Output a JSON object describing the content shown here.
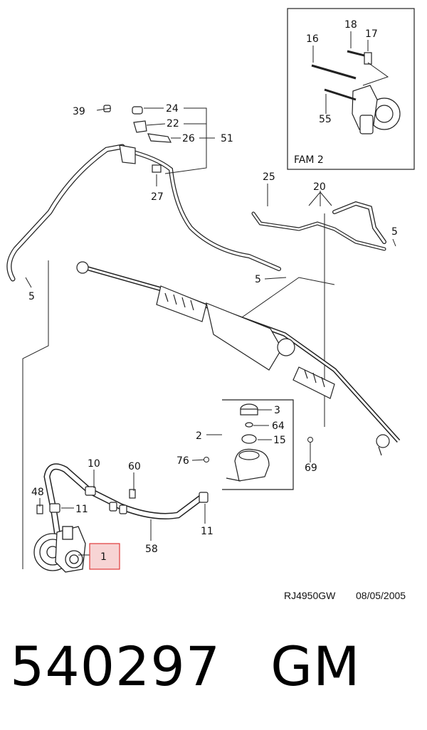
{
  "inset": {
    "caption": "FAM 2"
  },
  "callouts": {
    "c39": "39",
    "c24": "24",
    "c22": "22",
    "c26": "26",
    "c51": "51",
    "c27": "27",
    "c5a": "5",
    "c5b": "5",
    "c5c": "5",
    "c25": "25",
    "c20": "20",
    "c16": "16",
    "c18": "18",
    "c17": "17",
    "c55": "55",
    "c2": "2",
    "c3": "3",
    "c64": "64",
    "c15": "15",
    "c76": "76",
    "c69": "69",
    "c10": "10",
    "c60": "60",
    "c48": "48",
    "c11a": "11",
    "c11b": "11",
    "c58": "58",
    "c1": "1"
  },
  "highlight": {
    "color": "#e03a3a",
    "fill": "#f7d4d4"
  },
  "reference": {
    "code": "RJ4950GW",
    "date": "08/05/2005"
  },
  "footer": {
    "part_number": "540297",
    "brand": "GM"
  }
}
